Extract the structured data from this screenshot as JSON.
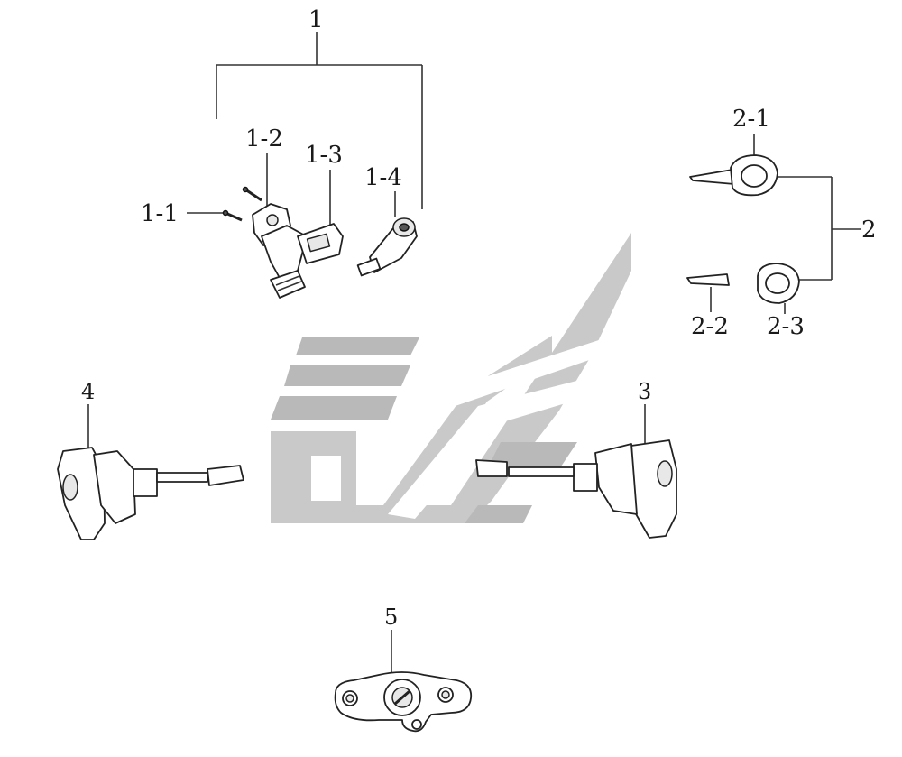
{
  "callouts": {
    "c1": "1",
    "c1_1": "1-1",
    "c1_2": "1-2",
    "c1_3": "1-3",
    "c1_4": "1-4",
    "c2": "2",
    "c2_1": "2-1",
    "c2_2": "2-2",
    "c2_3": "2-3",
    "c3": "3",
    "c4": "4",
    "c5": "5"
  }
}
